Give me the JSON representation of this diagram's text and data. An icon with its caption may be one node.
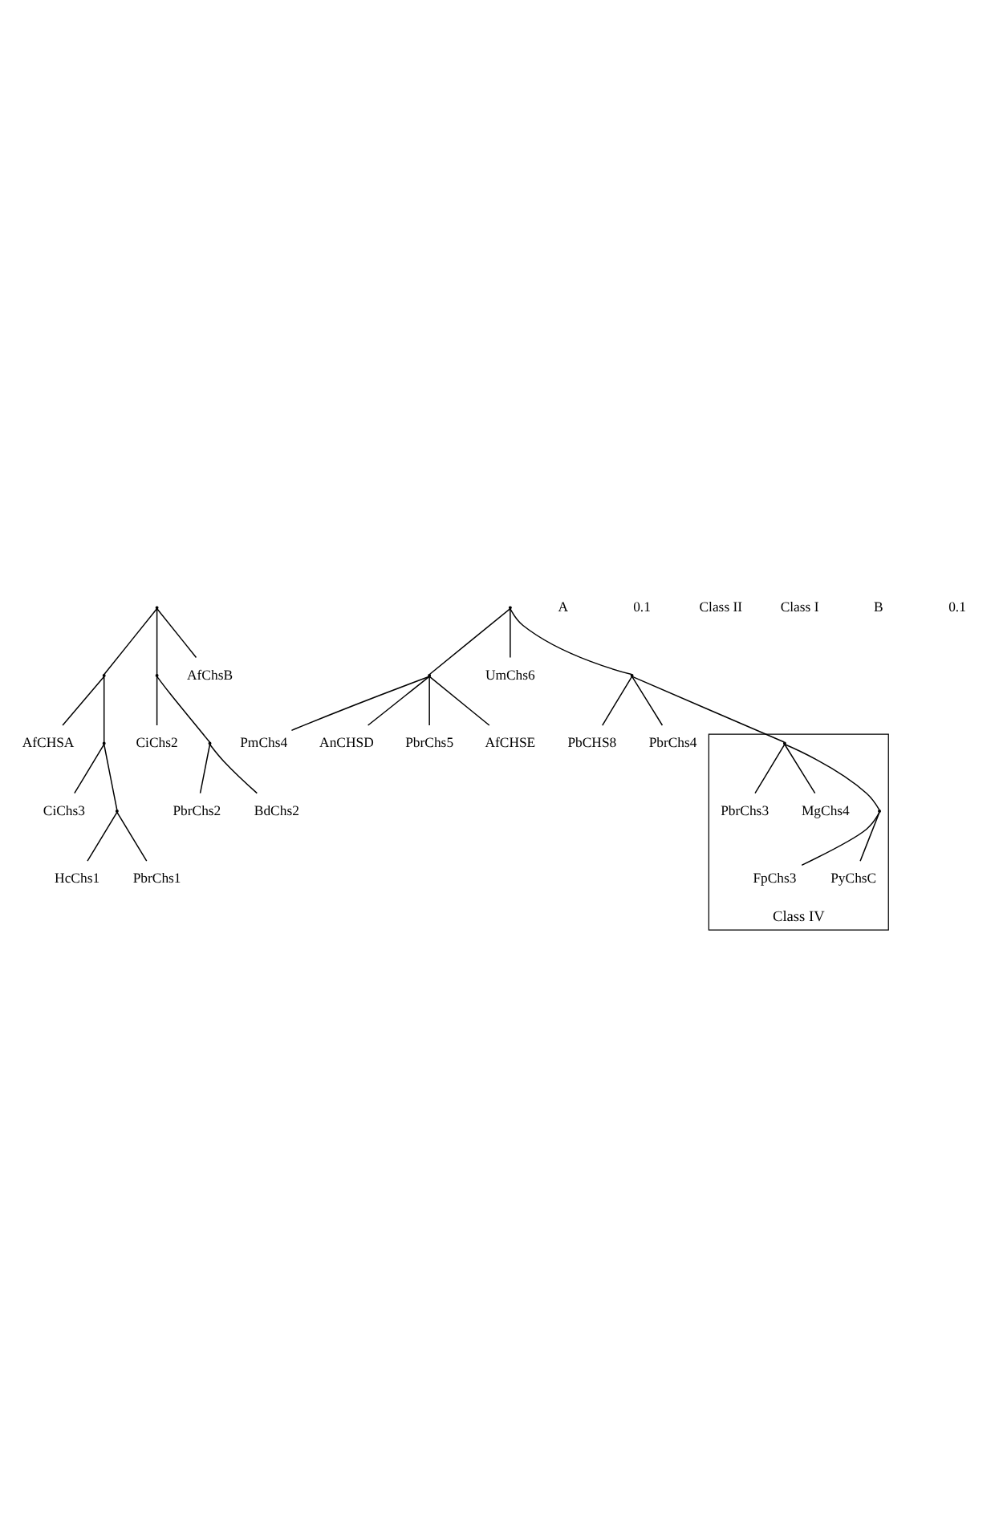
{
  "diagram": {
    "nodes": [
      {
        "text": [
          "AfCHSA"
        ]
      },
      {
        "text": [],
        "shape": "point"
      },
      {
        "text": [
          "CiChs3"
        ]
      },
      {
        "text": [],
        "shape": "point"
      },
      {
        "text": [
          "HcChs1"
        ]
      },
      {
        "text": [],
        "shape": "point"
      },
      {
        "text": [
          "PbrChs1"
        ]
      },
      {
        "text": [
          "CiChs2"
        ]
      },
      {
        "text": [],
        "shape": "point"
      },
      {
        "text": [
          "PbrChs2"
        ]
      },
      {
        "text": [],
        "shape": "point"
      },
      {
        "text": [
          "BdChs2"
        ]
      },
      {
        "text": [],
        "shape": "point"
      },
      {
        "text": [
          "AfChsB"
        ]
      },
      {
        "text": [
          "PmChs4"
        ]
      },
      {
        "text": [
          "AnCHSD"
        ]
      },
      {
        "text": [
          "PbrChs5"
        ]
      },
      {
        "text": [
          "AfCHSE"
        ]
      },
      {
        "text": [],
        "shape": "point"
      },
      {
        "text": [
          "UmChs6"
        ]
      },
      {
        "text": [
          "PbCHS8"
        ]
      },
      {
        "text": [],
        "shape": "point"
      },
      {
        "text": [],
        "shape": "point"
      },
      {
        "text": [
          "PbrChs4"
        ]
      },
      {
        "text": [
          "Class IV"
        ]
      },
      {
        "text": [
          "PbrChs3"
        ],
        "in": 24
      },
      {
        "text": [],
        "shape": "point",
        "in": 24
      },
      {
        "text": [
          "MgChs4"
        ],
        "in": 24
      },
      {
        "text": [],
        "shape": "point",
        "in": 24
      },
      {
        "text": [
          "FpChs3"
        ],
        "in": 24
      },
      {
        "text": [
          "PyChsC"
        ],
        "in": 24
      }
    ],
    "edges": [
      {
        "from": 1,
        "to": 0,
        "arrow": "none"
      },
      {
        "from": 1,
        "to": 3,
        "arrow": "none"
      },
      {
        "from": 3,
        "to": 2,
        "arrow": "none"
      },
      {
        "from": 3,
        "to": 5,
        "arrow": "none"
      },
      {
        "from": 5,
        "to": 4,
        "arrow": "none"
      },
      {
        "from": 5,
        "to": 6,
        "arrow": "none"
      },
      {
        "from": 12,
        "to": 1,
        "arrow": "none"
      },
      {
        "from": 12,
        "to": 13,
        "arrow": "none"
      },
      {
        "from": 12,
        "to": 8,
        "arrow": "none"
      },
      {
        "from": 8,
        "to": 7,
        "arrow": "none"
      },
      {
        "from": 8,
        "to": 10,
        "arrow": "none"
      },
      {
        "from": 10,
        "to": 9,
        "arrow": "none"
      },
      {
        "from": 10,
        "to": 11,
        "arrow": "none"
      },
      {
        "from": 18,
        "to": 14,
        "arrow": "none"
      },
      {
        "from": 18,
        "to": 15,
        "arrow": "none"
      },
      {
        "from": 18,
        "to": 16,
        "arrow": "none"
      },
      {
        "from": 18,
        "to": 17,
        "arrow": "none"
      },
      {
        "from": 21,
        "to": 18,
        "arrow": "none"
      },
      {
        "from": 21,
        "to": 19,
        "arrow": "none"
      },
      {
        "from": 21,
        "to": 22,
        "arrow": "none"
      },
      {
        "from": 22,
        "to": 20,
        "arrow": "none"
      },
      {
        "from": 22,
        "to": 23,
        "arrow": "none"
      },
      {
        "from": 22,
        "to": 26,
        "arrow": "none"
      },
      {
        "from": 26,
        "to": 25,
        "arrow": "none"
      },
      {
        "from": 26,
        "to": 27,
        "arrow": "none"
      },
      {
        "from": 26,
        "to": 28,
        "arrow": "none"
      },
      {
        "from": 28,
        "to": 29,
        "arrow": "none"
      },
      {
        "from": 28,
        "to": 30,
        "arrow": "none"
      }
    ],
    "labels": [
      "A",
      "0.1",
      "Class II",
      "Class I",
      "B",
      "0.1"
    ]
  }
}
